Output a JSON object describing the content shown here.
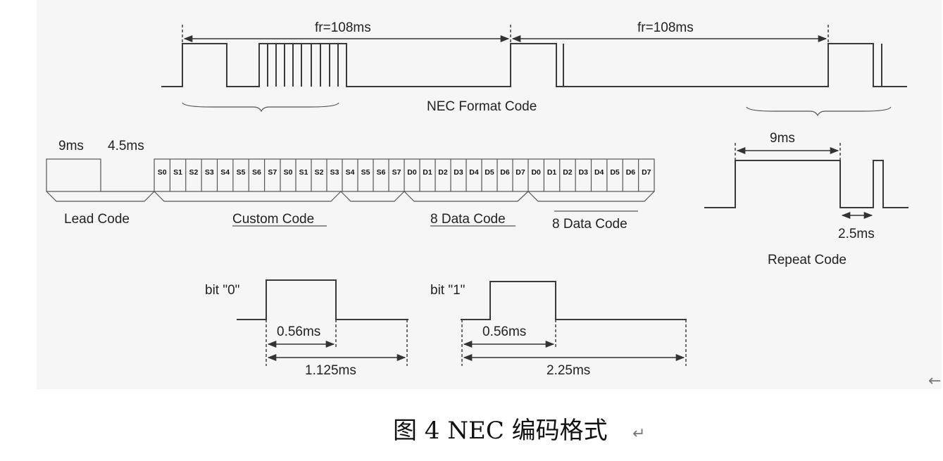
{
  "figure": {
    "top": {
      "frame1_label": "fr=108ms",
      "frame2_label": "fr=108ms",
      "format_label": "NEC Format Code"
    },
    "middle": {
      "lead_9ms": "9ms",
      "lead_45ms": "4.5ms",
      "custom_bits_1": [
        "S0",
        "S1",
        "S2",
        "S3",
        "S4",
        "S5",
        "S6",
        "S7"
      ],
      "custom_bits_2": [
        "S0",
        "S1",
        "S2",
        "S3",
        "S4",
        "S5",
        "S6",
        "S7"
      ],
      "data_bits_1": [
        "D0",
        "D1",
        "D2",
        "D3",
        "D4",
        "D5",
        "D6",
        "D7"
      ],
      "data_bits_2": [
        "D0",
        "D1",
        "D2",
        "D3",
        "D4",
        "D5",
        "D6",
        "D7"
      ],
      "lead_code_label": "Lead Code",
      "custom_code_label": "Custom Code",
      "data_code_label": "8 Data Code",
      "inv_data_code_label": "8 Data Code"
    },
    "repeat": {
      "t9ms": "9ms",
      "t25ms": "2.5ms",
      "label": "Repeat Code"
    },
    "bits": {
      "bit0_label": "bit \"0\"",
      "bit0_high": "0.56ms",
      "bit0_period": "1.125ms",
      "bit1_label": "bit \"1\"",
      "bit1_high": "0.56ms",
      "bit1_period": "2.25ms"
    }
  },
  "caption": "图 4 NEC 编码格式",
  "return_mark": "↵",
  "side_mark": "←"
}
